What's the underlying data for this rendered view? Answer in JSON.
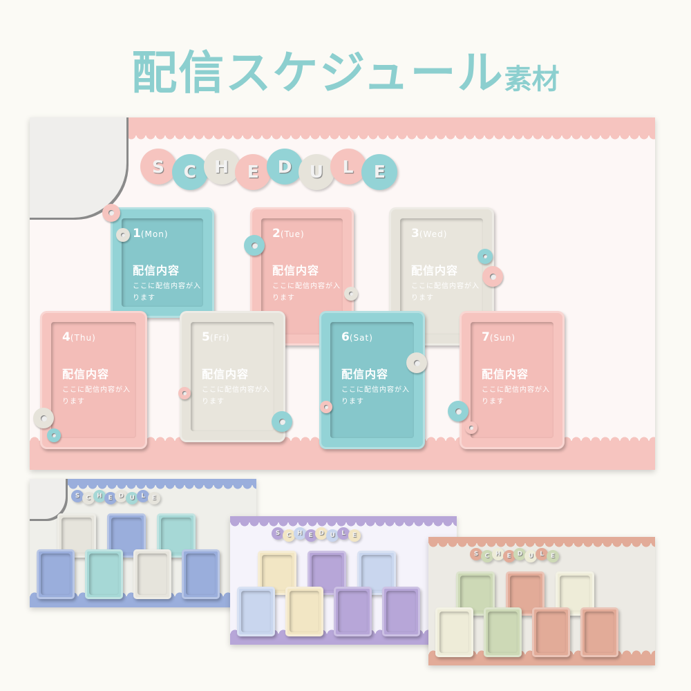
{
  "title": {
    "main": "配信スケジュール",
    "suffix": "素材"
  },
  "schedule_letters": [
    "S",
    "C",
    "H",
    "E",
    "D",
    "U",
    "L",
    "E"
  ],
  "colors": {
    "teal": "#93d3d6",
    "pink": "#f6c4bf",
    "beige": "#e6e3da",
    "bg": "#fdf7f6",
    "title": "#8ccfcf"
  },
  "cards": [
    {
      "num": "1",
      "day": "(Mon)",
      "title": "配信内容",
      "desc": "ここに配信内容が入ります",
      "color": "teal"
    },
    {
      "num": "2",
      "day": "(Tue)",
      "title": "配信内容",
      "desc": "ここに配信内容が入ります",
      "color": "pink"
    },
    {
      "num": "3",
      "day": "(Wed)",
      "title": "配信内容",
      "desc": "ここに配信内容が入ります",
      "color": "beige"
    },
    {
      "num": "4",
      "day": "(Thu)",
      "title": "配信内容",
      "desc": "ここに配信内容が入ります",
      "color": "pink"
    },
    {
      "num": "5",
      "day": "(Fri)",
      "title": "配信内容",
      "desc": "ここに配信内容が入ります",
      "color": "beige"
    },
    {
      "num": "6",
      "day": "(Sat)",
      "title": "配信内容",
      "desc": "ここに配信内容が入ります",
      "color": "teal"
    },
    {
      "num": "7",
      "day": "(Sun)",
      "title": "配信内容",
      "desc": "ここに配信内容が入ります",
      "color": "pink"
    }
  ],
  "variants": [
    {
      "name": "blue",
      "band": "#9aaedc",
      "bg": "#efefea",
      "cards": [
        "#e6e4dc",
        "#9aaedc",
        "#a6d8d6",
        "#9aaedc",
        "#a6d8d6",
        "#e6e4dc",
        "#9aaedc"
      ]
    },
    {
      "name": "purple",
      "band": "#b7a6d8",
      "bg": "#f5f3fb",
      "cards": [
        "#f2e6c4",
        "#b7a6d8",
        "#c9d6ee",
        "#c9d6ee",
        "#f2e6c4",
        "#b7a6d8",
        "#b7a6d8"
      ]
    },
    {
      "name": "peach",
      "band": "#e2ab98",
      "bg": "#eceae4",
      "cards": [
        "#cdd9b6",
        "#e2ab98",
        "#eeecd8",
        "#eeecd8",
        "#cdd9b6",
        "#e2ab98",
        "#e2ab98"
      ]
    }
  ]
}
